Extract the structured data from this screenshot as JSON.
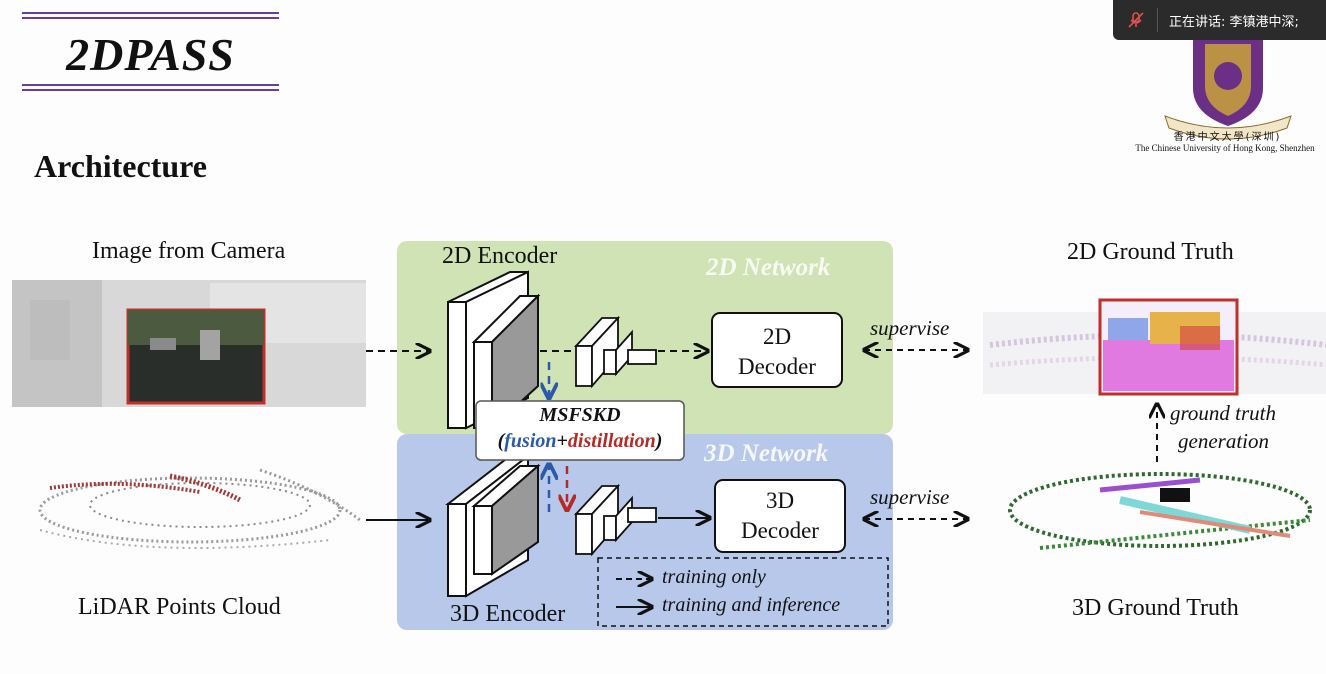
{
  "slide": {
    "title": "2DPASS",
    "heading": "Architecture"
  },
  "logo": {
    "chinese": "香港中文大學(深圳)",
    "english": "The Chinese University of Hong Kong, Shenzhen"
  },
  "notification": {
    "text": "正在讲话: 李镇港中深;"
  },
  "diagram": {
    "input_image_label": "Image from Camera",
    "input_lidar_label": "LiDAR Points Cloud",
    "net2d_label": "2D Network",
    "net3d_label": "3D Network",
    "enc2d_label": "2D Encoder",
    "enc3d_label": "3D Encoder",
    "dec2d_line1": "2D",
    "dec2d_line2": "Decoder",
    "dec3d_line1": "3D",
    "dec3d_line2": "Decoder",
    "msfskd_title": "MSFSKD",
    "msfskd_open": "(",
    "msfskd_fusion": "fusion",
    "msfskd_plus": "+",
    "msfskd_distill": "distillation",
    "msfskd_close": ")",
    "supervise_top": "supervise",
    "supervise_bottom": "supervise",
    "gt_gen_line1": "ground truth",
    "gt_gen_line2": "generation",
    "gt2d_label": "2D Ground Truth",
    "gt3d_label": "3D Ground Truth",
    "legend_dashed": "training only",
    "legend_solid": "training and inference"
  },
  "colors": {
    "accent_purple": "#6a3d9a",
    "net2d_bg": "#cfe3b4",
    "net3d_bg": "#b7c8ea",
    "highlight_red": "#c0302a",
    "fusion_blue": "#2a5aa8",
    "distill_red": "#b52a24"
  }
}
